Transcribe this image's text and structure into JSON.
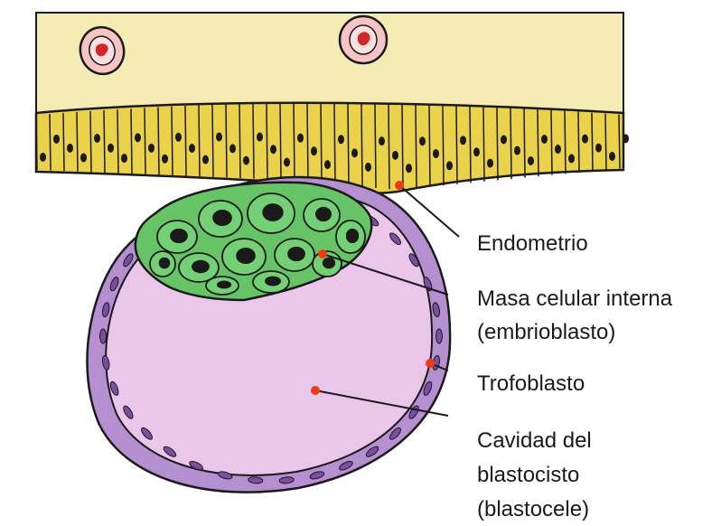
{
  "labels": {
    "endometrio": "Endometrio",
    "masa_line1": "Masa celular interna",
    "masa_line2": "(embrioblasto)",
    "trofoblasto": "Trofoblasto",
    "cavidad_line1": "Cavidad del",
    "cavidad_line2": "blastocisto",
    "cavidad_line3": "(blastocele)"
  },
  "colors": {
    "stroma": "#f5ecb4",
    "epithelium": "#ead24a",
    "trophoblast": "#b58fd0",
    "cavity": "#e9c6ea",
    "inner_cell_mass": "#66c466",
    "marker": "#f03a12"
  }
}
